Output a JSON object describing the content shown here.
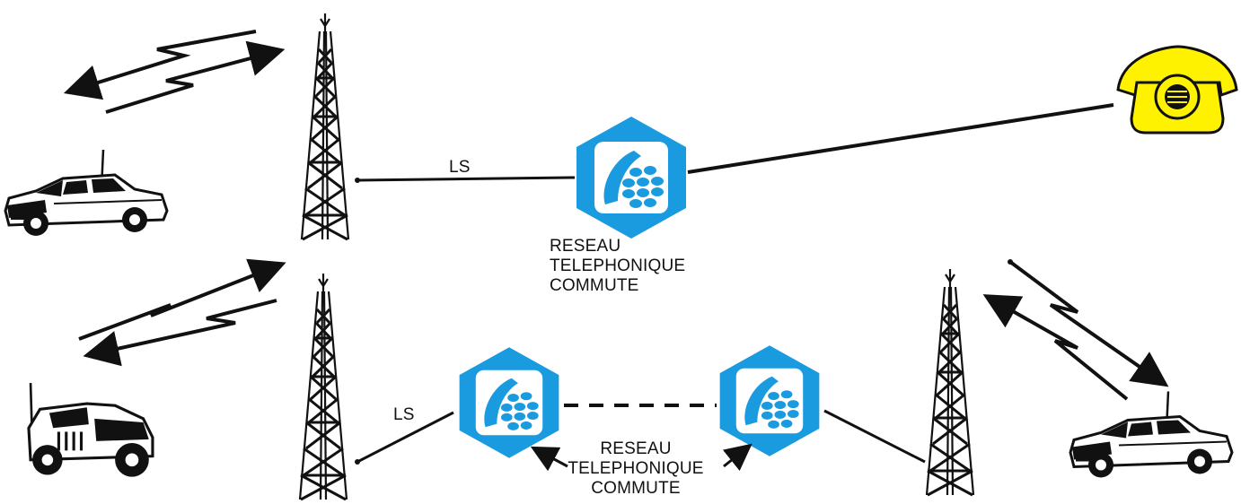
{
  "labels": {
    "ls_top": "LS",
    "ls_bottom": "LS",
    "network_top": [
      "RESEAU",
      "TELEPHONIQUE",
      "COMMUTE"
    ],
    "network_bottom": [
      "RESEAU",
      "TELEPHONIQUE",
      "COMMUTE"
    ]
  },
  "colors": {
    "network_blue": "#1a9be0",
    "phone_yellow": "#fff200",
    "ink": "#111111"
  },
  "icons": {
    "tower": "radio-tower-icon",
    "exchange": "telephone-exchange-icon",
    "car": "car-icon",
    "jeep": "jeep-icon",
    "phone": "desk-telephone-icon"
  }
}
